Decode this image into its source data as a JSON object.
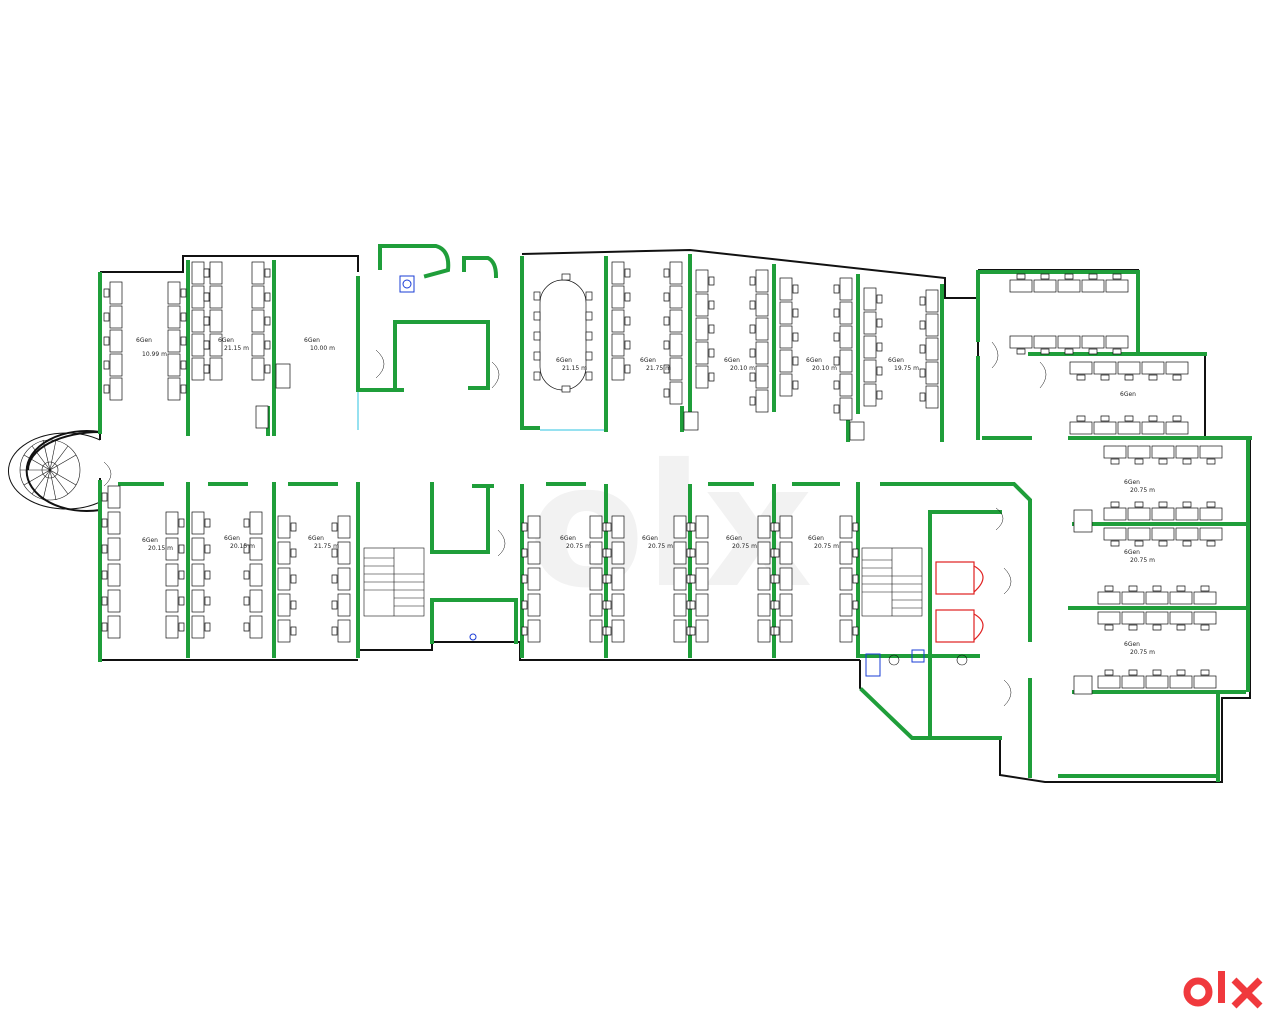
{
  "plan": {
    "room_tag": "6Gen",
    "dim_label": "~-",
    "areas": {
      "w1": "10.99 m",
      "w2": "21.15 m",
      "w3": "10.00 m",
      "w4": "20.15 m",
      "w5": "21.15 m",
      "w6": "21.75 m",
      "w7": "20.10 m",
      "w8": "19.75 m",
      "w9": "21.75 m",
      "w10": "20.75 m",
      "w11": "20.75 m",
      "w12": "20.75 m",
      "w13": "20.75 m",
      "w14": "20.75 m",
      "w15": "20.75 m"
    }
  },
  "watermark": {
    "text": "olx"
  },
  "logo": {
    "o": "O",
    "l": "L",
    "x": "X",
    "color": "#f0393d"
  },
  "colors": {
    "wall_accent": "#1f9e3a",
    "fire_door": "#e02020",
    "fixture": "#1a3cd6"
  }
}
